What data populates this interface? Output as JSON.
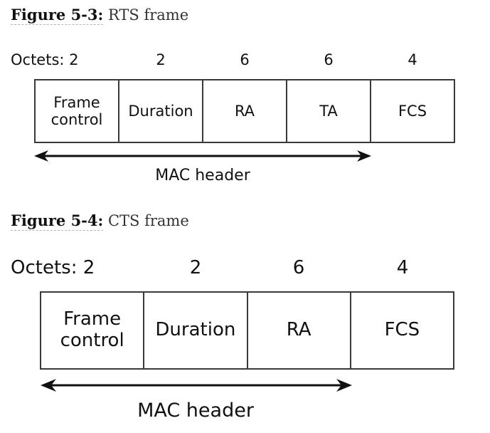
{
  "figures": [
    {
      "number_label": "Figure 5-3:",
      "title": "RTS frame",
      "octets_prefix": "Octets:",
      "fields": [
        {
          "name": "Frame\ncontrol",
          "octets": "2"
        },
        {
          "name": "Duration",
          "octets": "2"
        },
        {
          "name": "RA",
          "octets": "6"
        },
        {
          "name": "TA",
          "octets": "6"
        },
        {
          "name": "FCS",
          "octets": "4"
        }
      ],
      "span_label": "MAC header"
    },
    {
      "number_label": "Figure 5-4:",
      "title": "CTS frame",
      "octets_prefix": "Octets:",
      "fields": [
        {
          "name": "Frame\ncontrol",
          "octets": "2"
        },
        {
          "name": "Duration",
          "octets": "2"
        },
        {
          "name": "RA",
          "octets": "6"
        },
        {
          "name": "FCS",
          "octets": "4"
        }
      ],
      "span_label": "MAC header"
    }
  ]
}
